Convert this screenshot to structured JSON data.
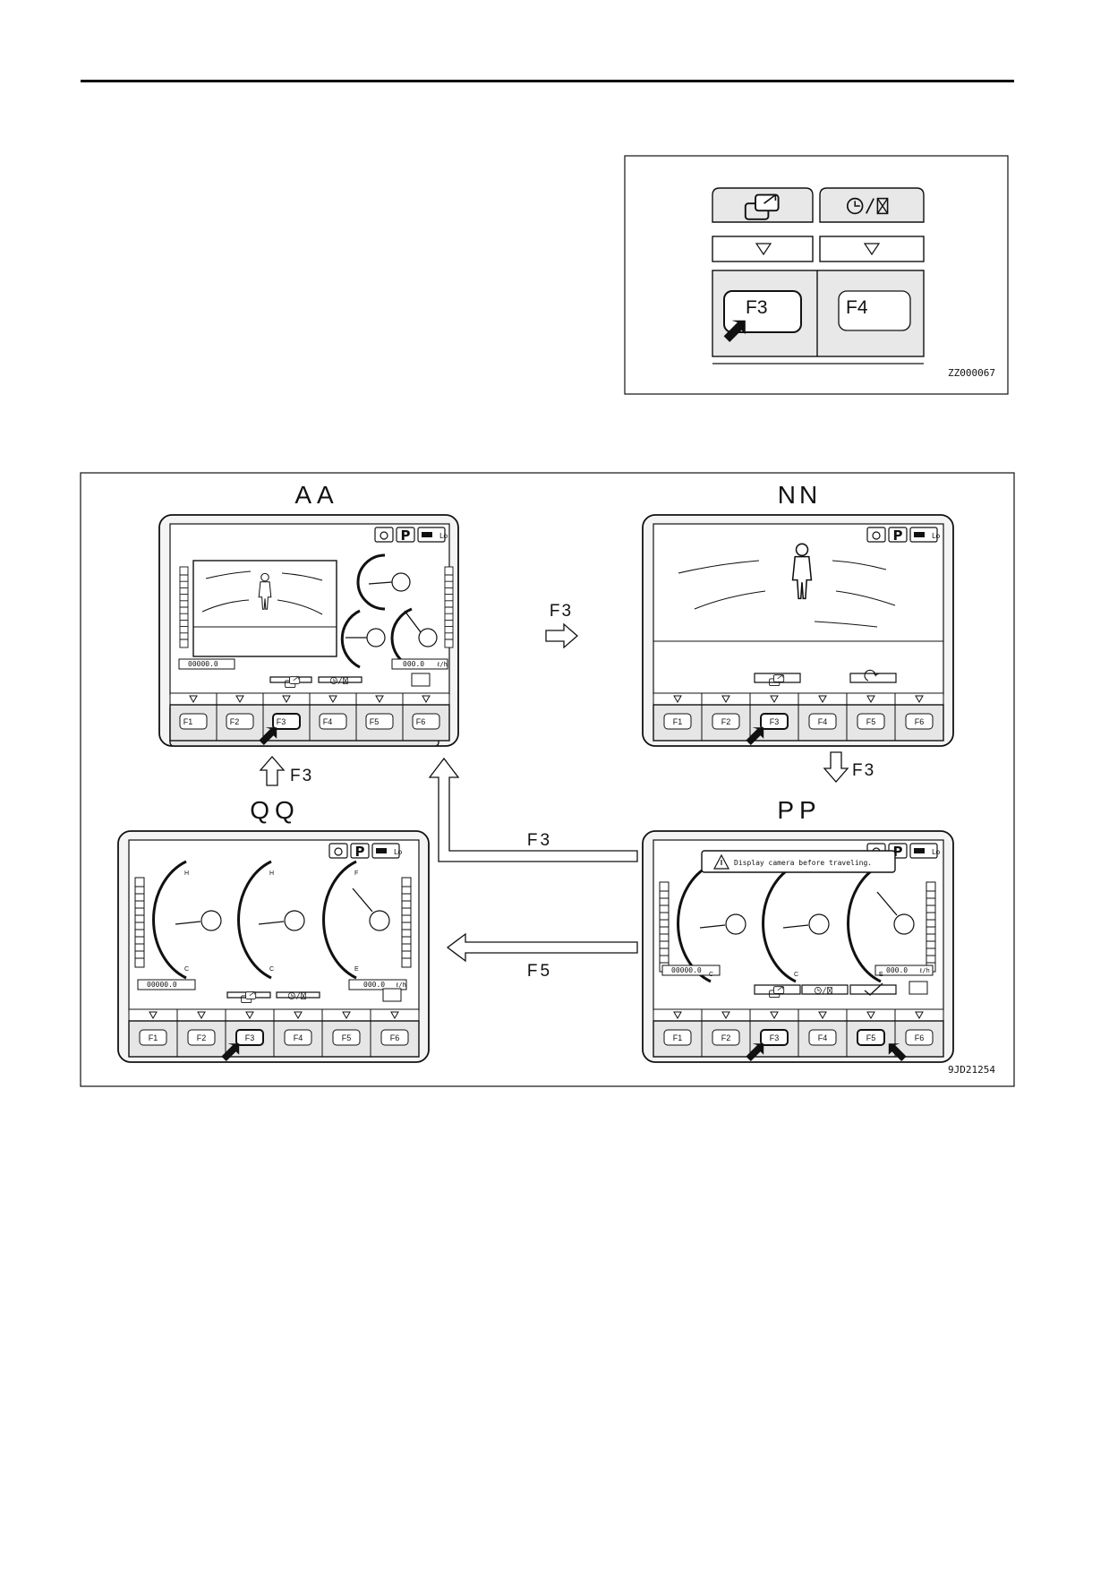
{
  "inset": {
    "keys": [
      "F3",
      "F4"
    ],
    "code": "ZZ000067"
  },
  "panels": {
    "aa": {
      "title": "AA",
      "odometer": "00000.0",
      "rate": "000.0",
      "rate_unit": "ℓ/h"
    },
    "nn": {
      "title": "NN"
    },
    "pp": {
      "title": "PP",
      "warning": "Display camera before traveling.",
      "odometer": "00000.0",
      "rate": "000.0",
      "rate_unit": "ℓ/h"
    },
    "qq": {
      "title": "QQ",
      "odometer": "00000.0",
      "rate": "000.0",
      "rate_unit": "ℓ/h"
    }
  },
  "function_keys": [
    "F1",
    "F2",
    "F3",
    "F4",
    "F5",
    "F6"
  ],
  "gauge_letters": {
    "temp_high": "H",
    "temp_low": "C",
    "fuel_full": "F",
    "fuel_empty": "E"
  },
  "transitions": {
    "aa_to_nn": "F3",
    "nn_to_pp": "F3",
    "qq_to_aa": "F3",
    "pp_to_aa": "F3",
    "pp_to_qq": "F5"
  },
  "figure_code": "9JD21254",
  "colors": {
    "line": "#111111",
    "panel_fill": "#f4f4f4",
    "key_fill": "#e6e6e6",
    "background": "#ffffff"
  }
}
